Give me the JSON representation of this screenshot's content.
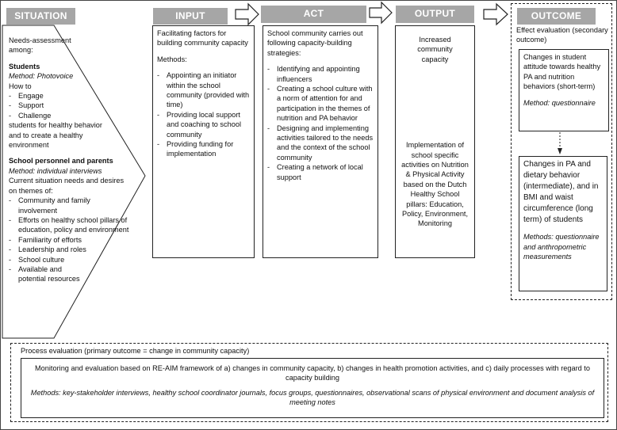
{
  "headers": {
    "situation": "SITUATION",
    "input": "INPUT",
    "act": "ACT",
    "output": "OUTPUT",
    "outcome": "OUTCOME"
  },
  "situation": {
    "intro": "Needs-assessment among:",
    "students_heading": "Students",
    "students_method": "Method: Photovoice",
    "how_to": "How to",
    "how_items": [
      "Engage",
      "Support",
      "Challenge"
    ],
    "students_goal": "students for healthy behavior and to create a healthy environment",
    "personnel_heading": "School personnel and parents",
    "personnel_method": "Method: individual interviews",
    "personnel_intro": "Current situation needs and desires on themes of:",
    "themes": [
      "Community and family involvement",
      "Efforts on healthy school pillars of education, policy and environment",
      "Familiarity of efforts",
      "Leadership and roles",
      "School culture",
      "Available and potential resources"
    ]
  },
  "input": {
    "intro": "Facilitating factors for building community capacity",
    "methods_label": "Methods:",
    "items": [
      "Appointing an initiator within the school community (provided with time)",
      "Providing local support and coaching to school community",
      "Providing funding for implementation"
    ]
  },
  "act": {
    "intro": "School community carries out following capacity-building strategies:",
    "items": [
      "Identifying and appointing influencers",
      "Creating a school culture with a norm of attention for and participation in the themes of nutrition and PA behavior",
      "Designing and implementing activities tailored to the needs and the context of the school community",
      "Creating a network of local support"
    ]
  },
  "output": {
    "top": "Increased community capacity",
    "bottom": "Implementation of school specific activities on Nutrition & Physical Activity based on the Dutch Healthy School pillars: Education, Policy, Environment, Monitoring"
  },
  "outcome": {
    "label": "Effect evaluation (secondary outcome)",
    "short_term": "Changes in student attitude towards healthy PA and nutrition behaviors (short-term)",
    "short_method": "Method: questionnaire",
    "long_term": "Changes in PA and dietary behavior (intermediate), and in BMI and waist circumference (long term) of students",
    "long_method": "Methods: questionnaire and anthropometric measurements"
  },
  "process": {
    "label": "Process evaluation (primary outcome = change in community capacity)",
    "text": "Monitoring and evaluation based on RE-AIM framework of a) changes in community capacity, b) changes in health promotion activities, and c) daily processes with regard to capacity building",
    "methods": "Methods: key-stakeholder interviews, healthy school coordinator journals, focus groups, questionnaires, observational scans of physical environment and document analysis of meeting notes"
  }
}
